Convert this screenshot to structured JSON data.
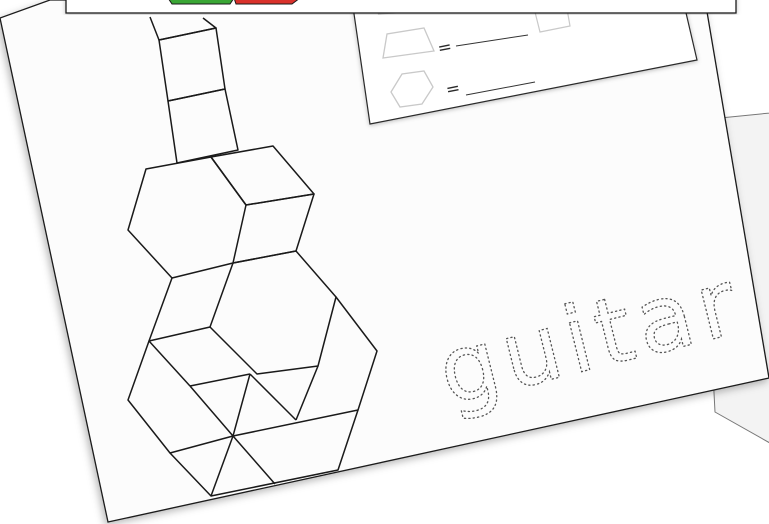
{
  "worksheet": {
    "word": "guitar",
    "key_rows": [
      {
        "shape": "trapezoid",
        "symbol": "="
      },
      {
        "shape": "hexagon",
        "symbol": "="
      }
    ]
  },
  "colors": {
    "page_line": "#1a1a1a",
    "key_shape_line": "#bdbdbd",
    "tracing_dots": "#555555",
    "green_block": "#3aa635",
    "red_block": "#d9312b"
  }
}
